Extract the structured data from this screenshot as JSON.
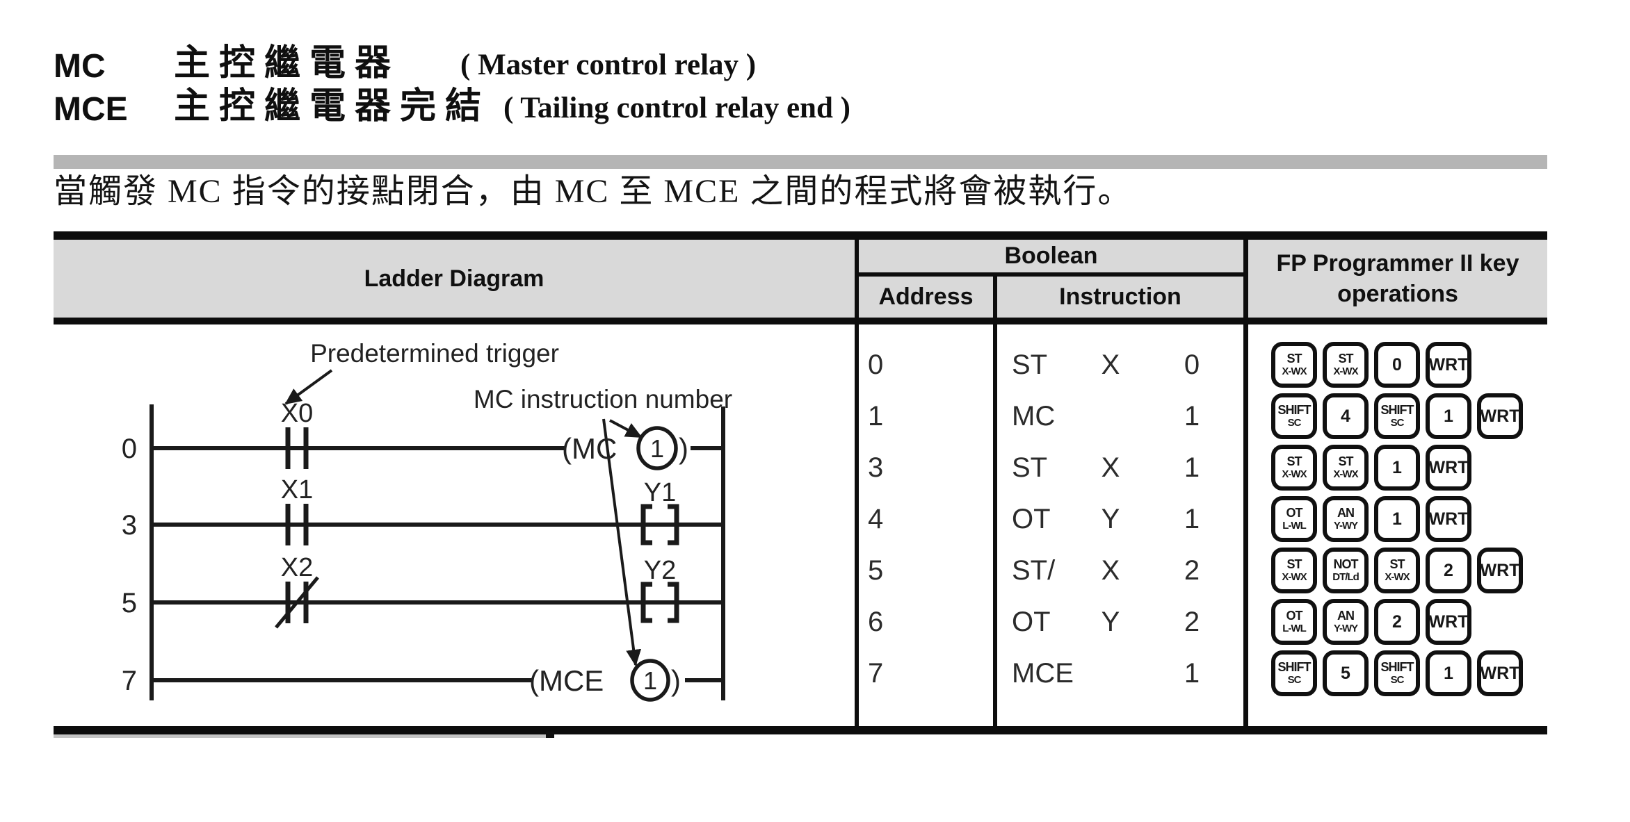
{
  "document": {
    "definitions": [
      {
        "abbr": "MC",
        "chinese": "主控繼電器",
        "english": "( Master control relay )"
      },
      {
        "abbr": "MCE",
        "chinese": "主控繼電器完結",
        "english": "( Tailing control relay end )"
      }
    ],
    "description": "當觸發 MC 指令的接點閉合，由 MC 至 MCE 之間的程式將會被執行。"
  },
  "table": {
    "header": {
      "ladder": "Ladder Diagram",
      "boolean": "Boolean",
      "address": "Address",
      "instruction": "Instruction",
      "fp_line1": "FP Programmer II key",
      "fp_line2": "operations"
    },
    "rows": [
      {
        "address": "0",
        "op": "ST",
        "operand": "X",
        "num": "0",
        "keys": [
          [
            "ST",
            "X-WX"
          ],
          [
            "ST",
            "X-WX"
          ],
          [
            "0"
          ],
          [
            "WRT"
          ]
        ]
      },
      {
        "address": "1",
        "op": "MC",
        "operand": "",
        "num": "1",
        "keys": [
          [
            "SHIFT",
            "SC"
          ],
          [
            "4"
          ],
          [
            "SHIFT",
            "SC"
          ],
          [
            "1"
          ],
          [
            "WRT"
          ]
        ]
      },
      {
        "address": "3",
        "op": "ST",
        "operand": "X",
        "num": "1",
        "keys": [
          [
            "ST",
            "X-WX"
          ],
          [
            "ST",
            "X-WX"
          ],
          [
            "1"
          ],
          [
            "WRT"
          ]
        ]
      },
      {
        "address": "4",
        "op": "OT",
        "operand": "Y",
        "num": "1",
        "keys": [
          [
            "OT",
            "L-WL"
          ],
          [
            "AN",
            "Y-WY"
          ],
          [
            "1"
          ],
          [
            "WRT"
          ]
        ]
      },
      {
        "address": "5",
        "op": "ST/",
        "operand": "X",
        "num": "2",
        "keys": [
          [
            "ST",
            "X-WX"
          ],
          [
            "NOT",
            "DT/Ld"
          ],
          [
            "ST",
            "X-WX"
          ],
          [
            "2"
          ],
          [
            "WRT"
          ]
        ]
      },
      {
        "address": "6",
        "op": "OT",
        "operand": "Y",
        "num": "2",
        "keys": [
          [
            "OT",
            "L-WL"
          ],
          [
            "AN",
            "Y-WY"
          ],
          [
            "2"
          ],
          [
            "WRT"
          ]
        ]
      },
      {
        "address": "7",
        "op": "MCE",
        "operand": "",
        "num": "1",
        "keys": [
          [
            "SHIFT",
            "SC"
          ],
          [
            "5"
          ],
          [
            "SHIFT",
            "SC"
          ],
          [
            "1"
          ],
          [
            "WRT"
          ]
        ]
      }
    ]
  },
  "ladder": {
    "annotation_trigger": "Predetermined trigger",
    "annotation_mc_number": "MC instruction number",
    "paren_close": ")",
    "rungs": [
      {
        "number": "0",
        "contact": "X0",
        "output_label": "(MC",
        "output_num": "1"
      },
      {
        "number": "3",
        "contact": "X1",
        "coil": "Y1"
      },
      {
        "number": "5",
        "contact": "X2",
        "coil": "Y2"
      },
      {
        "number": "7",
        "output_label": "(MCE",
        "output_num": "1"
      }
    ]
  },
  "colors": {
    "header_bg": "#d9d9d9",
    "separator_bar": "#b5b5b5",
    "border": "#0d0d0d",
    "text": "#1c1c1c"
  }
}
